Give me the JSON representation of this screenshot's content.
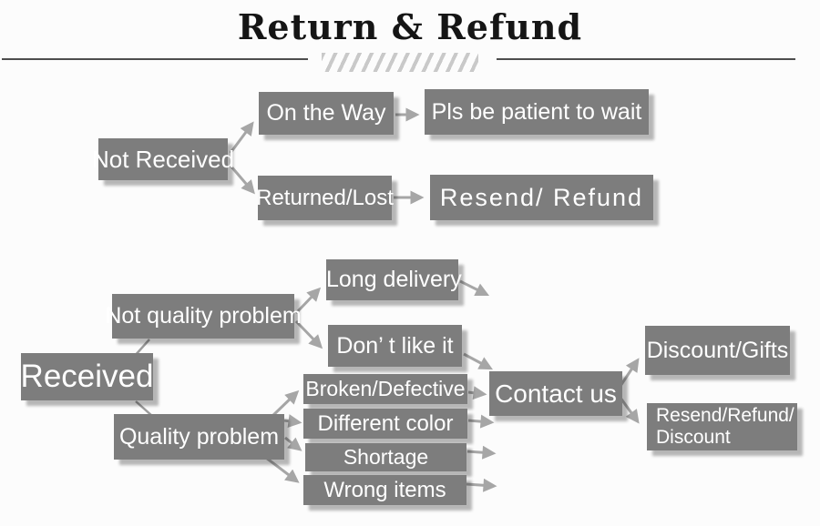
{
  "title": "Return & Refund",
  "colors": {
    "box_fill": "#7d7d7d",
    "box_text": "#ffffff",
    "arrow": "#a6a6a6",
    "divider": "#4d4d4d",
    "title_text": "#151515"
  },
  "nodes": {
    "not_received": "Not Received",
    "on_the_way": "On the Way",
    "pls_be_patient": "Pls be patient to wait",
    "returned_lost": "Returned/Lost",
    "resend_refund": "Resend/ Refund",
    "received": "Received",
    "not_quality_problem": "Not quality problem",
    "long_delivery": "Long delivery",
    "dont_like_it": "Don’ t like it",
    "quality_problem": "Quality problem",
    "broken_defective": "Broken/Defective",
    "different_color": "Different color",
    "shortage": "Shortage",
    "wrong_items": "Wrong items",
    "contact_us": "Contact us",
    "discount_gifts": "Discount/Gifts",
    "resend_refund_discount": {
      "line1": "Resend/Refund/",
      "line2": "Discount"
    }
  }
}
